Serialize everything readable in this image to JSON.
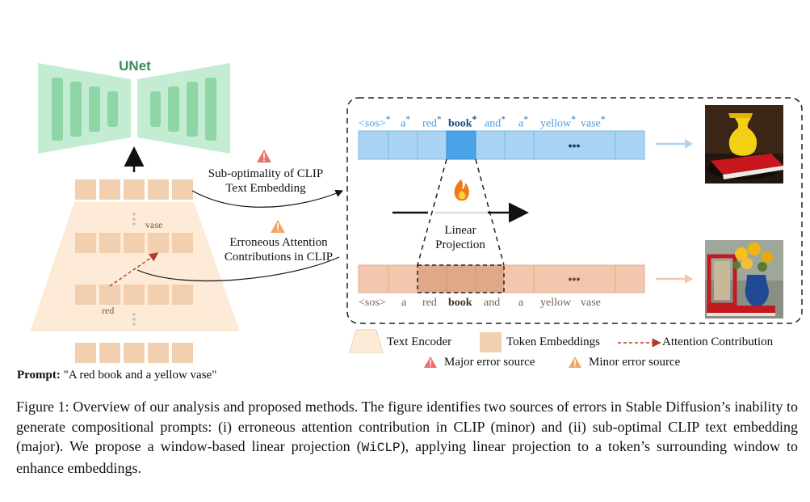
{
  "colors": {
    "unet_green": "#b9e7c9",
    "unet_bar": "#8fd6a6",
    "unet_title": "#3d8a5a",
    "encoder_fill": "#fde9d4",
    "token_fill": "#f2cfae",
    "blue_row": "#a9d4f5",
    "blue_highlight": "#4aa3e6",
    "orange_row": "#f2c7ad",
    "orange_highlight": "#e0a888",
    "attention_arrow": "#b03a2e",
    "major_warning": "#e8716d",
    "minor_warning": "#f0a766"
  },
  "left": {
    "unet_title": "UNet",
    "vase_label": "vase",
    "red_label": "red",
    "prompt_label": "Prompt:",
    "prompt_text": "\"A red book and a yellow vase\""
  },
  "annotations": {
    "sub_optimality": [
      "Sub-optimality of CLIP",
      "Text Embedding"
    ],
    "erroneous": [
      "Erroneous Attention",
      "Contributions in CLIP"
    ]
  },
  "right": {
    "top_tokens": [
      "<sos>",
      "a",
      "red",
      "book",
      "and",
      "a",
      "yellow",
      "vase"
    ],
    "bottom_tokens": [
      "<sos>",
      "a",
      "red",
      "book",
      "and",
      "a",
      "yellow",
      "vase"
    ],
    "ellipsis": "•••",
    "flame_icon": "fire-icon",
    "projection_label": [
      "Linear",
      "Projection"
    ]
  },
  "legend": {
    "text_encoder": "Text Encoder",
    "token_embeddings": "Token Embeddings",
    "attention_contribution": "Attention Contribution",
    "major": "Major error source",
    "minor": "Minor error source"
  },
  "caption": {
    "part1": "Figure 1: Overview of our analysis and proposed methods. The figure identifies two sources of errors in Stable Diffusion’s inability to generate compositional prompts: (i) erroneous attention contribution in CLIP (minor) and (ii) sub-optimal CLIP text embedding (major). We propose a window-based linear projection (",
    "code": "WiCLP",
    "part2": "), applying linear projection to a token’s surrounding window to enhance embeddings."
  }
}
